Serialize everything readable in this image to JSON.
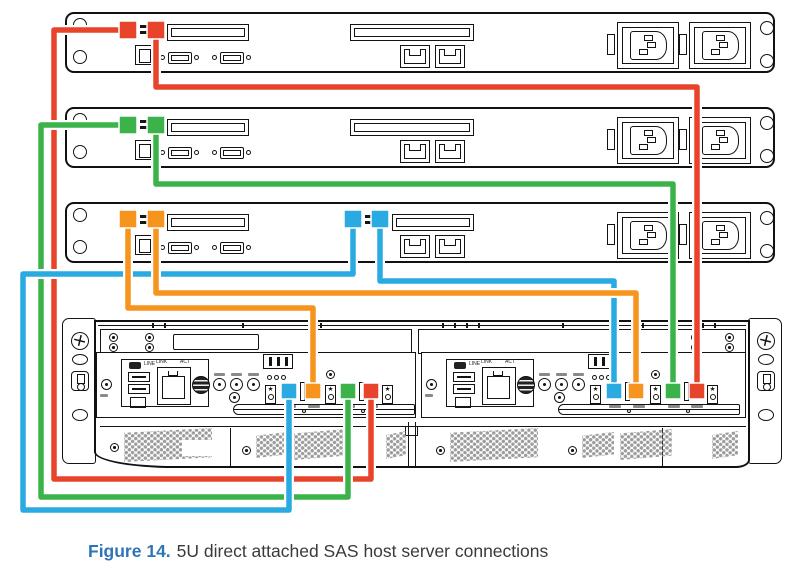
{
  "figure": {
    "label": "Figure 14.",
    "caption_text": "5U direct attached SAS host server connections"
  },
  "colors": {
    "cable_red": "#E8442B",
    "cable_green": "#3BB34A",
    "cable_orange": "#F7941E",
    "cable_blue": "#29ABE2",
    "figure_label_blue": "#2E74B9",
    "caption_text": "#3A3A3A",
    "line_art": "#131313"
  },
  "icons": {
    "star": "★"
  },
  "enclosure": {
    "name": "5U84 storage enclosure rear",
    "controller_labels": {
      "line": "LINE",
      "link": "LINK",
      "act": "ACT"
    },
    "controllers": [
      {
        "id": "controller-a",
        "sas_port_colors": [
          "blue",
          "orange",
          "green",
          "red"
        ]
      },
      {
        "id": "controller-b",
        "sas_port_colors": [
          "blue",
          "orange",
          "green",
          "red"
        ]
      }
    ]
  },
  "servers": [
    {
      "id": "host-server-1",
      "hba_cable": "red"
    },
    {
      "id": "host-server-2",
      "hba_cable": "green"
    },
    {
      "id": "host-server-3",
      "hba_cable": "orange",
      "second_hba_cable": "blue"
    }
  ],
  "connections": [
    {
      "cable": "red",
      "from": "host-server-1 HBA port 0",
      "to": "controller-a SAS port 3"
    },
    {
      "cable": "red",
      "from": "host-server-1 HBA port 1",
      "to": "controller-b SAS port 3"
    },
    {
      "cable": "green",
      "from": "host-server-2 HBA port 0",
      "to": "controller-a SAS port 2"
    },
    {
      "cable": "green",
      "from": "host-server-2 HBA port 1",
      "to": "controller-b SAS port 2"
    },
    {
      "cable": "orange",
      "from": "host-server-3 HBA port 0",
      "to": "controller-a SAS port 1"
    },
    {
      "cable": "orange",
      "from": "host-server-3 HBA port 1",
      "to": "controller-b SAS port 1"
    },
    {
      "cable": "blue",
      "from": "host-server-3 HBA2 port 0",
      "to": "controller-a SAS port 0"
    },
    {
      "cable": "blue",
      "from": "host-server-3 HBA2 port 1",
      "to": "controller-b SAS port 0"
    }
  ]
}
